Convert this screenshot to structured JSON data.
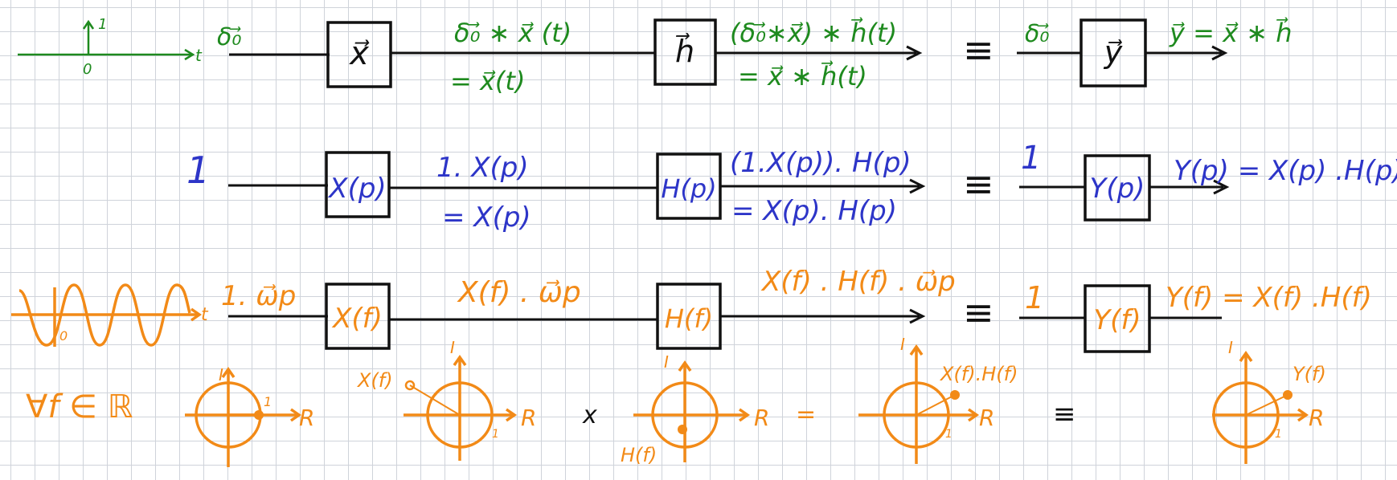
{
  "colors": {
    "green": "#1e8a1e",
    "blue": "#2d35c8",
    "orange": "#f28a17",
    "black": "#111111"
  },
  "row1": {
    "impulse_plot": {
      "one": "1",
      "zero": "0",
      "t": "t"
    },
    "input": "δ₀⃗",
    "block1": "x⃗",
    "mid_top": "δ₀⃗ ∗ x⃗ (t)",
    "mid_bottom": "= x⃗(t)",
    "block2": "h⃗",
    "out_top": "(δ₀⃗∗x⃗) ∗ h⃗(t)",
    "out_bottom": "= x⃗ ∗ h⃗(t)",
    "equiv": "≡",
    "eq_input": "δ₀⃗",
    "block3": "y⃗",
    "result": "y⃗ = x⃗ ∗ h⃗"
  },
  "row2": {
    "input": "1",
    "block1": "X(p)",
    "mid_top": "1. X(p)",
    "mid_bottom": "= X(p)",
    "block2": "H(p)",
    "out_top": "(1.X(p)). H(p)",
    "out_bottom": "= X(p). H(p)",
    "equiv": "≡",
    "eq_input": "1",
    "block3": "Y(p)",
    "result": "Y(p) = X(p) .H(p)"
  },
  "row3": {
    "sine_plot": {
      "zero": "0",
      "t": "t"
    },
    "input": "1. ω⃗p",
    "block1": "X(f)",
    "mid_top": "X(f) . ω⃗p",
    "block2": "H(f)",
    "out_top": "X(f) . H(f) . ω⃗p",
    "equiv": "≡",
    "eq_input": "1",
    "block3": "Y(f)",
    "result": "Y(f) = X(f) .H(f)"
  },
  "row4": {
    "forall": "∀f ∈ ℝ",
    "axis_imag": "I",
    "axis_real": "R",
    "unit": "1",
    "label_x": "X(f)",
    "label_h": "H(f)",
    "label_xh": "X(f).H(f)",
    "label_y": "Y(f)",
    "times": "x",
    "equals": "=",
    "equiv": "≡"
  }
}
